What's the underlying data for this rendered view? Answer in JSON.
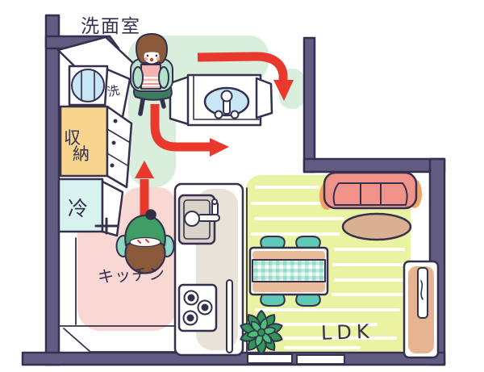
{
  "scene": {
    "kind": "hand-drawn apartment floor plan with laundry flow arrows"
  },
  "labels": {
    "washroom": "洗面室",
    "washer_door": "洗",
    "storage_char_top": "収",
    "storage_char_bottom": "納",
    "fridge": "冷",
    "kitchen": "キッチン",
    "ldk": "LDK"
  },
  "arrows": [
    {
      "name": "arrow-washroom-to-vanity",
      "direction": "right then curving down"
    },
    {
      "name": "arrow-corridor-to-right",
      "direction": "down then curving right"
    },
    {
      "name": "arrow-kitchen-up",
      "direction": "up"
    }
  ],
  "colors": {
    "wall": "#615c82",
    "ink": "#35304e",
    "arrow": "#e8392c",
    "zone_green": "#d9eedd",
    "zone_pink": "#f9d8d3",
    "floor_ldk": "#e9f3a2",
    "floor_stripe": "#ffffff",
    "storage_orange": "#f8d58f",
    "fridge_cyan": "#d8f2ee",
    "water_blue": "#c9e6f4",
    "counter_beige": "#e8e2d8",
    "sink_gray": "#d8d2c8",
    "sofa_salmon": "#f0938b",
    "sofa_accent": "#f2a263",
    "rug_tan": "#d9b091",
    "chair_teal": "#5ecab4",
    "table_wood": "#eabd9a",
    "gingham_teal": "#8fdcc8",
    "tv_board_tan": "#e7b492",
    "plant_dark": "#2f9655",
    "plant_light": "#4cbf78",
    "hair_brown": "#8a5a3b",
    "sweater_mint": "#b5e2cc",
    "skirt_green": "#3c7d5f",
    "laundry_pink": "#f6b4b0",
    "cap_green": "#3f9e63",
    "shoulder_mint": "#8fd8c6",
    "accent_red": "#d9362a"
  }
}
